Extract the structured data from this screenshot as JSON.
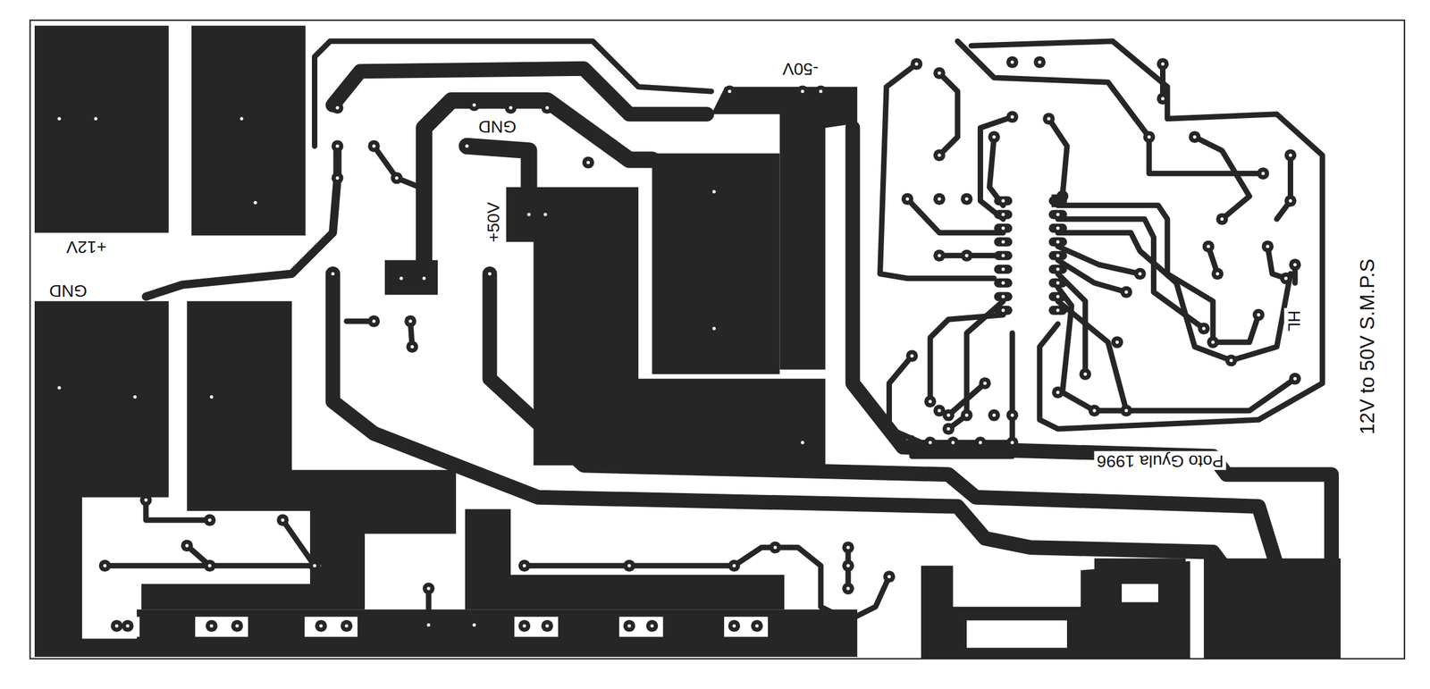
{
  "diagram": {
    "title": "12V to 50V S.M.P.S",
    "labels": [
      "+12V",
      "GND",
      "GND",
      "+50V",
      "-50V",
      "HL",
      "Poto Gyula 1996"
    ]
  }
}
